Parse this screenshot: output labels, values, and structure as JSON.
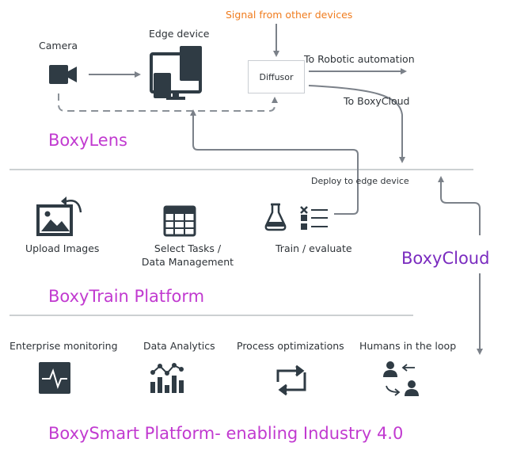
{
  "boxylens": {
    "signal_label": "Signal from other devices",
    "camera_label": "Camera",
    "edge_label": "Edge device",
    "diffusor_label": "Diffusor",
    "robotic_label": "To Robotic automation",
    "boxycloud_arrow_label": "To BoxyCloud",
    "title": "BoxyLens"
  },
  "boxytrain": {
    "deploy_label": "Deploy to edge device",
    "upload_label": "Upload Images",
    "select_line1": "Select Tasks /",
    "select_line2": "Data Management",
    "train_label": "Train / evaluate",
    "title": "BoxyTrain Platform"
  },
  "boxycloud": {
    "title": "BoxyCloud"
  },
  "boxysmart": {
    "items": [
      {
        "label": "Enterprise monitoring",
        "icon": "monitoring-icon"
      },
      {
        "label": "Data Analytics",
        "icon": "analytics-icon"
      },
      {
        "label": "Process optimizations",
        "icon": "cycle-icon"
      },
      {
        "label": "Humans in the loop",
        "icon": "humans-loop-icon"
      }
    ],
    "title": "BoxySmart Platform- enabling Industry 4.0"
  },
  "colors": {
    "icon": "#2f3b44",
    "line": "#7b8189",
    "orange": "#f07c1e",
    "magenta": "#c13ad0",
    "purple": "#7a2bbf"
  }
}
